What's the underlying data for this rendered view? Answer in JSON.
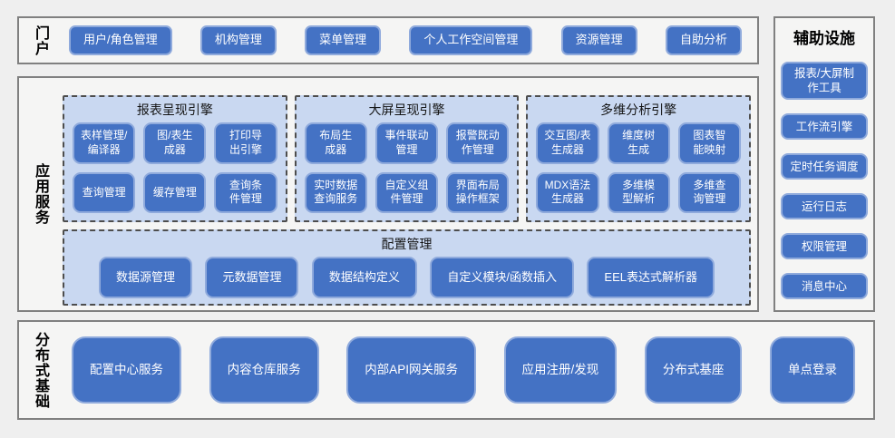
{
  "colors": {
    "page_bg": "#efefef",
    "panel_bg": "#f5f5f4",
    "panel_border": "#808080",
    "group_bg": "#c9d8f1",
    "group_border": "#4d4d4d",
    "block_bg": "#4472c4",
    "block_border": "#8faadc",
    "block_text": "#ffffff",
    "label_text": "#000000"
  },
  "portal": {
    "label": "门户",
    "buttons": [
      "用户/角色管理",
      "机构管理",
      "菜单管理",
      "个人工作空间管理",
      "资源管理",
      "自助分析"
    ]
  },
  "app_services": {
    "label": "应用服务",
    "engines": [
      {
        "title": "报表呈现引擎",
        "buttons": [
          "表样管理/\n编译器",
          "图/表生\n成器",
          "打印导\n出引擎",
          "查询管理",
          "缓存管理",
          "查询条\n件管理"
        ]
      },
      {
        "title": "大屏呈现引擎",
        "buttons": [
          "布局生\n成器",
          "事件联动\n管理",
          "报警既动\n作管理",
          "实时数据\n查询服务",
          "自定义组\n件管理",
          "界面布局\n操作框架"
        ]
      },
      {
        "title": "多维分析引擎",
        "buttons": [
          "交互图/表\n生成器",
          "维度树\n生成",
          "图表智\n能映射",
          "MDX语法\n生成器",
          "多维模\n型解析",
          "多维查\n询管理"
        ]
      }
    ],
    "config": {
      "title": "配置管理",
      "buttons": [
        "数据源管理",
        "元数据管理",
        "数据结构定义",
        "自定义模块/函数插入",
        "EEL表达式解析器"
      ]
    }
  },
  "distributed": {
    "label": "分布式基础",
    "buttons": [
      "配置中心服务",
      "内容仓库服务",
      "内部API网关服务",
      "应用注册/发现",
      "分布式基座",
      "单点登录"
    ]
  },
  "auxiliary": {
    "label": "辅助设施",
    "buttons": [
      "报表/大屏制\n作工具",
      "工作流引擎",
      "定时任务调度",
      "运行日志",
      "权限管理",
      "消息中心"
    ]
  }
}
